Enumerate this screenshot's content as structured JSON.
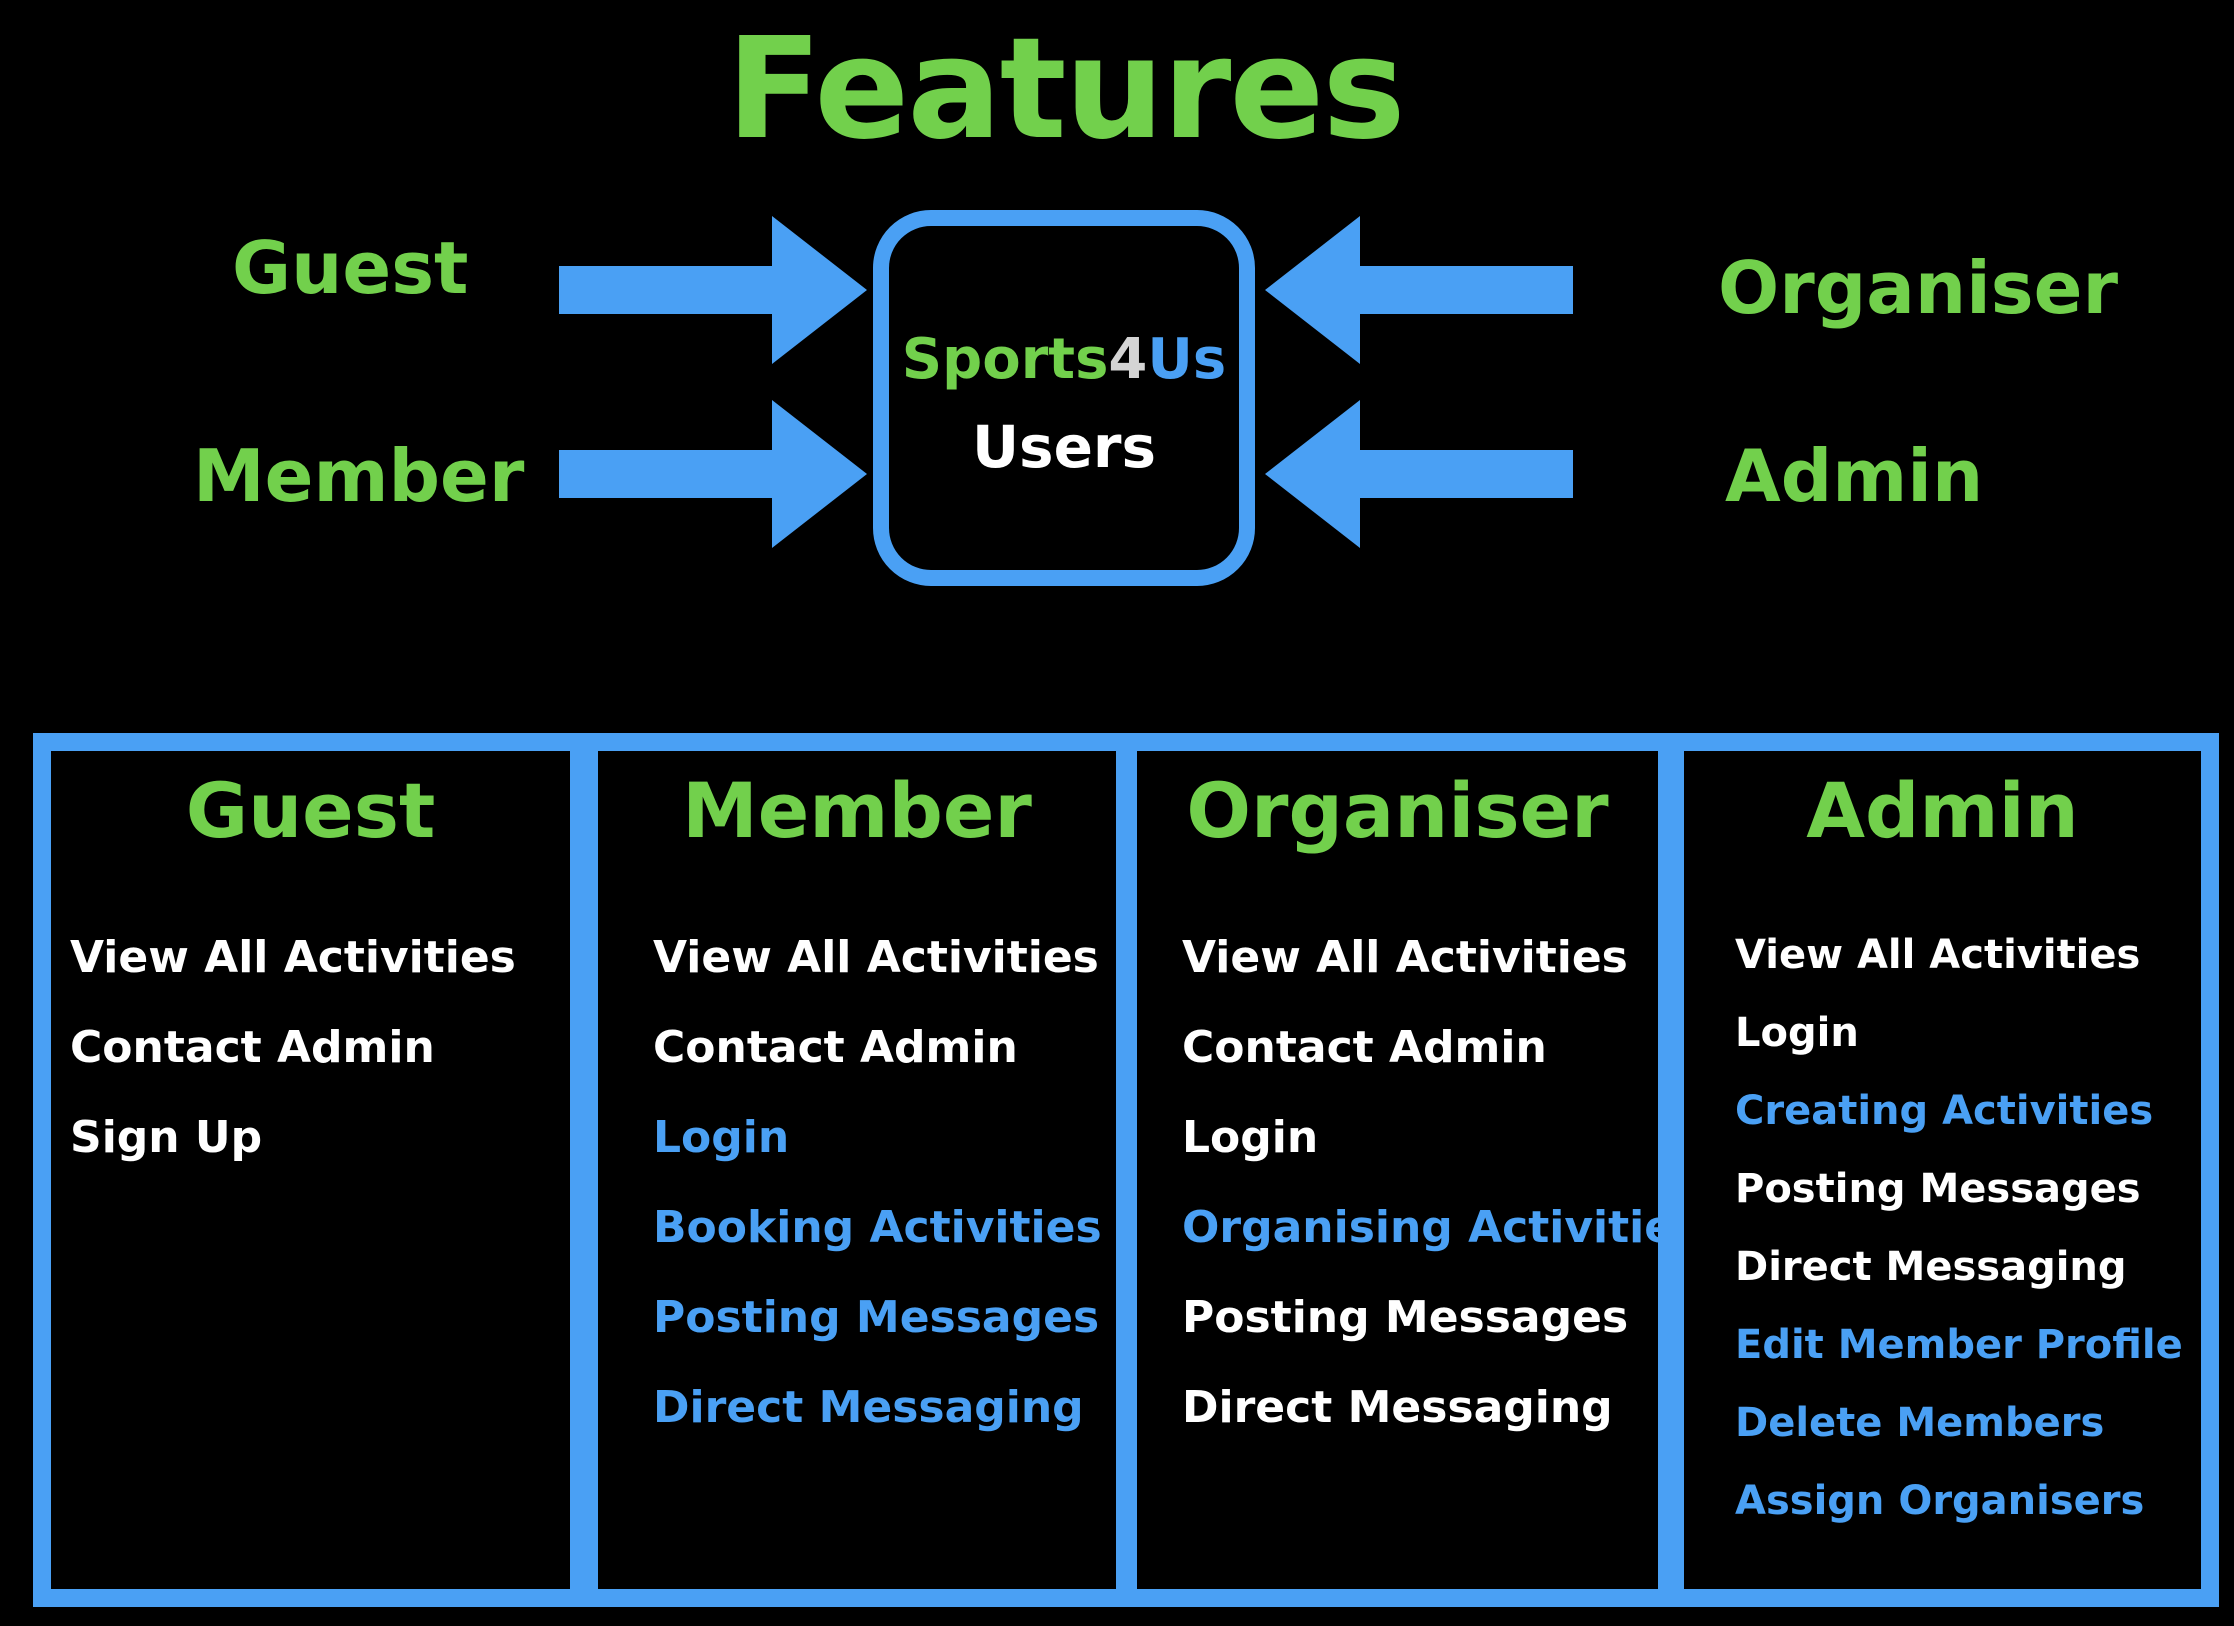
{
  "colors": {
    "background": "#000000",
    "green": "#72d04c",
    "blue": "#4aa0f4",
    "white": "#ffffff",
    "gray": "#d4d4d4"
  },
  "title": "Features",
  "roles_left": [
    "Guest",
    "Member"
  ],
  "roles_right": [
    "Organiser",
    "Admin"
  ],
  "hub": {
    "brand_part1": "Sports",
    "brand_part2": "4",
    "brand_part3": "Us",
    "subtitle": "Users"
  },
  "columns": [
    {
      "title": "Guest",
      "features": [
        {
          "label": "View All Activities",
          "highlight": false
        },
        {
          "label": "Contact Admin",
          "highlight": false
        },
        {
          "label": "Sign Up",
          "highlight": false
        }
      ]
    },
    {
      "title": "Member",
      "features": [
        {
          "label": "View All Activities",
          "highlight": false
        },
        {
          "label": "Contact Admin",
          "highlight": false
        },
        {
          "label": "Login",
          "highlight": true
        },
        {
          "label": "Booking Activities",
          "highlight": true
        },
        {
          "label": "Posting Messages",
          "highlight": true
        },
        {
          "label": "Direct Messaging",
          "highlight": true
        }
      ]
    },
    {
      "title": "Organiser",
      "features": [
        {
          "label": "View All Activities",
          "highlight": false
        },
        {
          "label": "Contact Admin",
          "highlight": false
        },
        {
          "label": "Login",
          "highlight": false
        },
        {
          "label": "Organising Activities",
          "highlight": true
        },
        {
          "label": "Posting Messages",
          "highlight": false
        },
        {
          "label": "Direct Messaging",
          "highlight": false
        }
      ]
    },
    {
      "title": "Admin",
      "features": [
        {
          "label": "View All Activities",
          "highlight": false
        },
        {
          "label": "Login",
          "highlight": false
        },
        {
          "label": "Creating Activities",
          "highlight": true
        },
        {
          "label": "Posting Messages",
          "highlight": false
        },
        {
          "label": "Direct Messaging",
          "highlight": false
        },
        {
          "label": "Edit Member Profile",
          "highlight": true
        },
        {
          "label": "Delete Members",
          "highlight": true
        },
        {
          "label": "Assign Organisers",
          "highlight": true
        }
      ]
    }
  ]
}
